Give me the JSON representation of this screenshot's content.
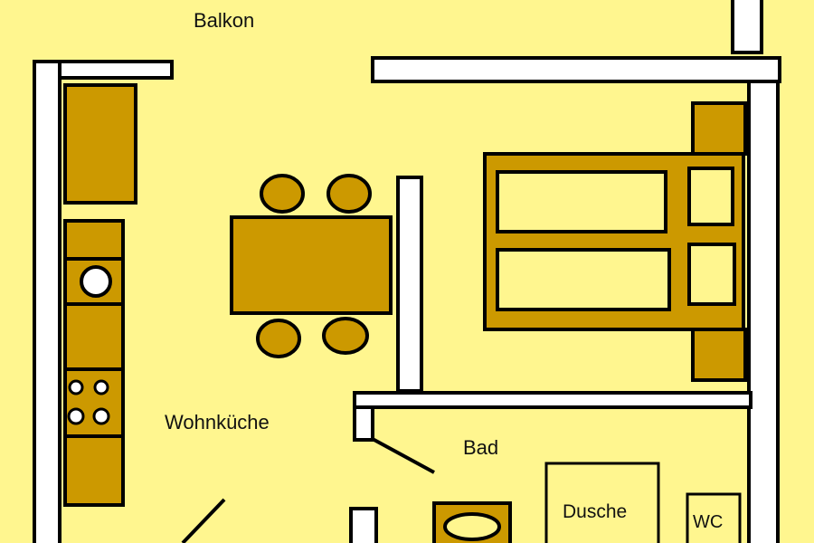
{
  "plan": {
    "rooms": {
      "balcony": "Balkon",
      "kitchen_living": "Wohnküche",
      "bathroom": "Bad",
      "shower": "Dusche",
      "toilet": "WC"
    }
  },
  "colors": {
    "background": "#FFF68F",
    "wall_fill": "#FFFFFF",
    "furniture_fill": "#CC9900",
    "outline": "#000000"
  }
}
